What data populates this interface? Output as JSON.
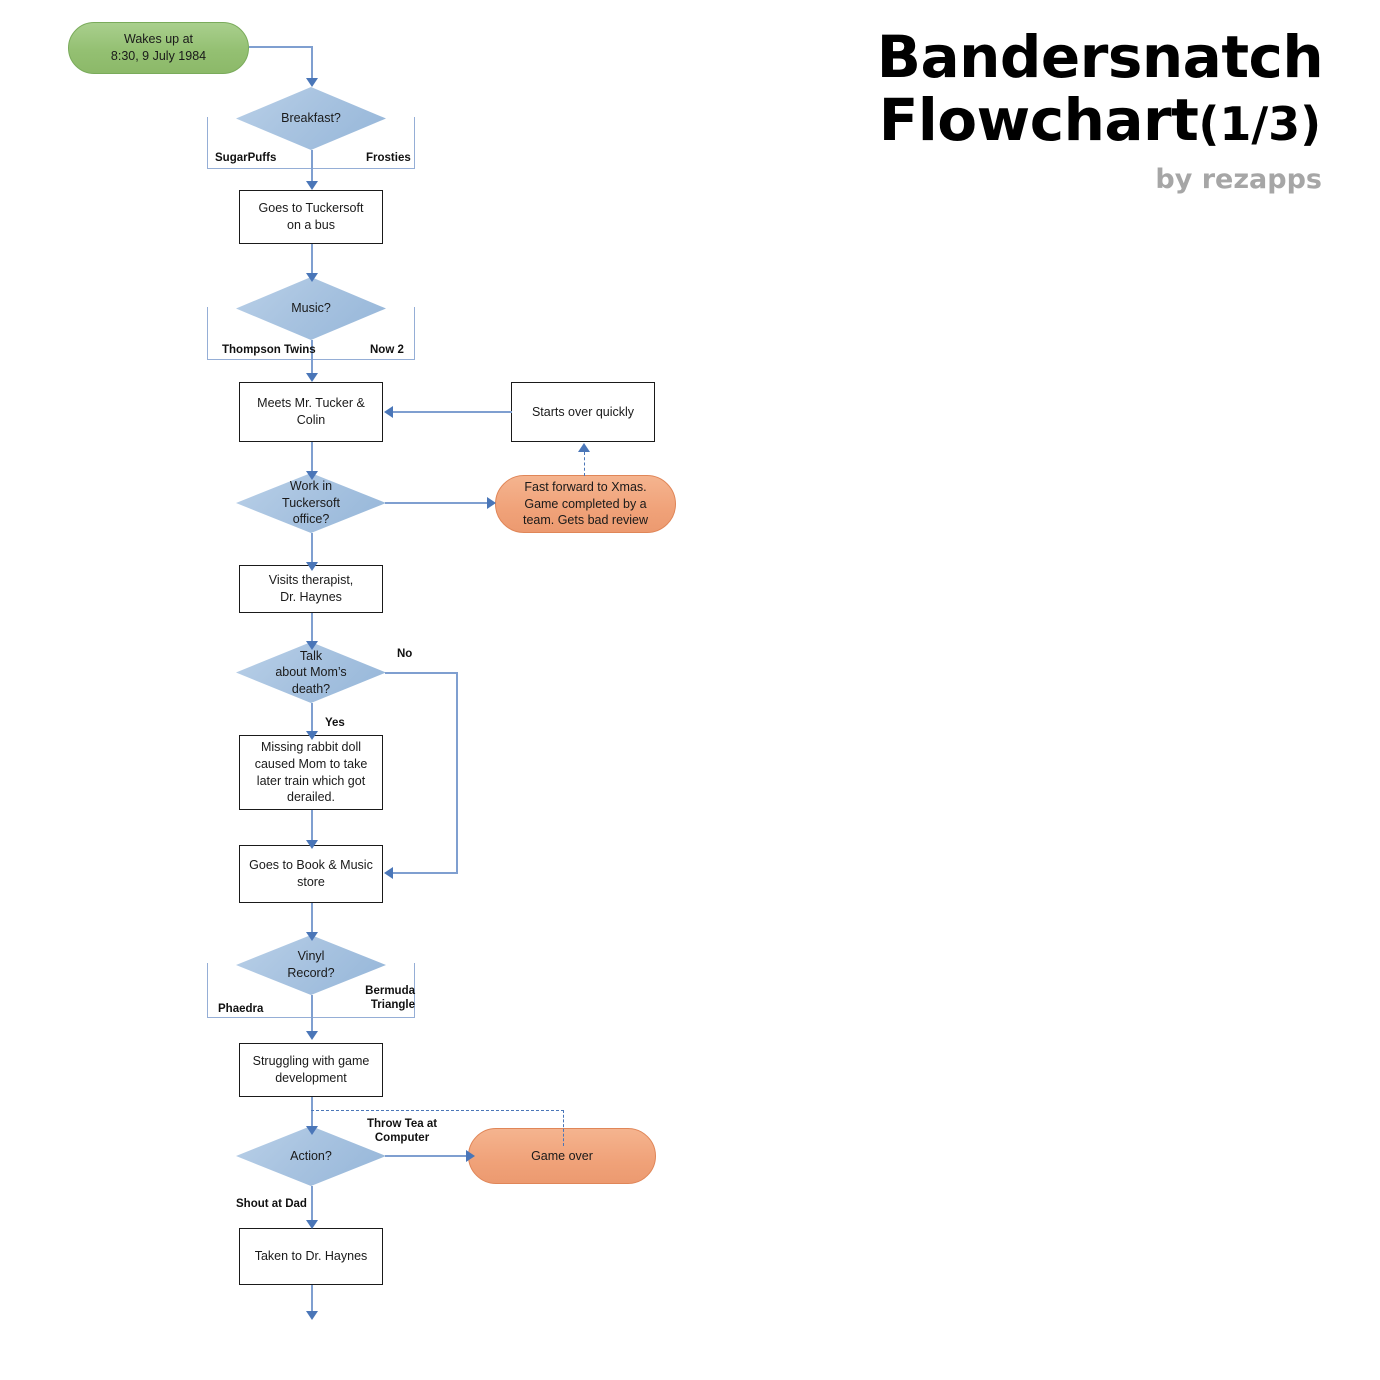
{
  "title": {
    "line1": "Bandersnatch",
    "line2": "Flowchart",
    "part": "(1/3)",
    "byline": "by rezapps"
  },
  "nodes": {
    "wakes_up": "Wakes up at\n8:30, 9 July 1984",
    "breakfast": "Breakfast?",
    "goes_tuckersoft": "Goes to Tuckersoft\non a bus",
    "music": "Music?",
    "meets_tucker": "Meets Mr. Tucker &\nColin",
    "starts_over": "Starts over quickly",
    "work_office": "Work in\nTuckersoft\noffice?",
    "fast_forward": "Fast forward to Xmas.\nGame completed by a\nteam. Gets bad review",
    "visits_therapist": "Visits therapist,\nDr. Haynes",
    "talk_mom": "Talk\nabout Mom’s\ndeath?",
    "rabbit_doll": "Missing rabbit doll\ncaused Mom to take\nlater train which got\nderailed.",
    "book_music_store": "Goes to Book & Music\nstore",
    "vinyl_record": "Vinyl\nRecord?",
    "struggling": "Struggling with game\ndevelopment",
    "action": "Action?",
    "game_over": "Game over",
    "taken_haynes": "Taken to Dr. Haynes"
  },
  "branch_labels": {
    "sugarpuffs": "SugarPuffs",
    "frosties": "Frosties",
    "thompson_twins": "Thompson Twins",
    "now2": "Now 2",
    "no": "No",
    "yes": "Yes",
    "phaedra": "Phaedra",
    "bermuda_triangle": "Bermuda\nTriangle",
    "throw_tea": "Throw Tea at\nComputer",
    "shout_at_dad": "Shout at Dad"
  },
  "colors": {
    "decision_fill": "#a8c3e0",
    "terminator_green": "#94c072",
    "terminator_orange": "#f0a279",
    "connector_blue": "#7f9fd0",
    "arrow_blue": "#4a76b8",
    "byline_gray": "#a6a6a6",
    "process_border": "#1a1a1a"
  }
}
